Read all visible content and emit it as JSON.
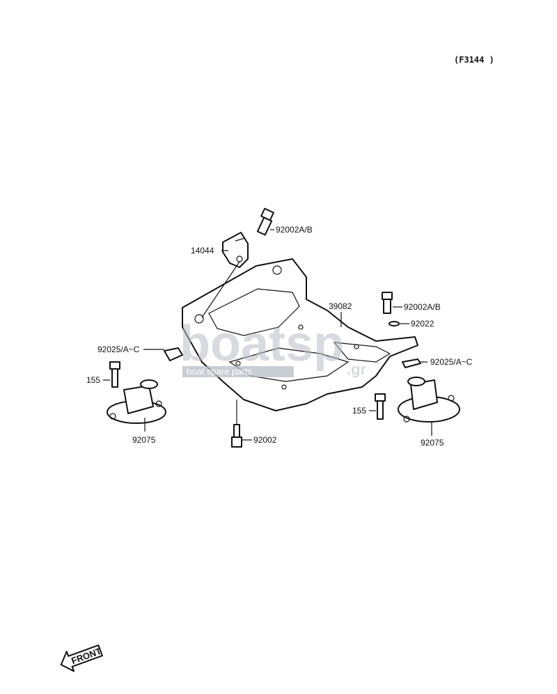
{
  "diagram_code": "(F3144 )",
  "labels": {
    "bolt_top": "92002A/B",
    "bracket": "14044",
    "engine_bed": "39082",
    "bolt_right": "92002A/B",
    "washer_right": "92022",
    "shim_left": "92025/A~C",
    "shim_right": "92025/A~C",
    "bolt_mount_left": "155",
    "bolt_mount_right": "155",
    "mount_left": "92075",
    "mount_right": "92075",
    "bolt_bottom": "92002"
  },
  "watermark": {
    "brand": "boatsp",
    "suffix": ".gr",
    "tagline": "boat spare parts"
  },
  "front_arrow": "FRONT"
}
